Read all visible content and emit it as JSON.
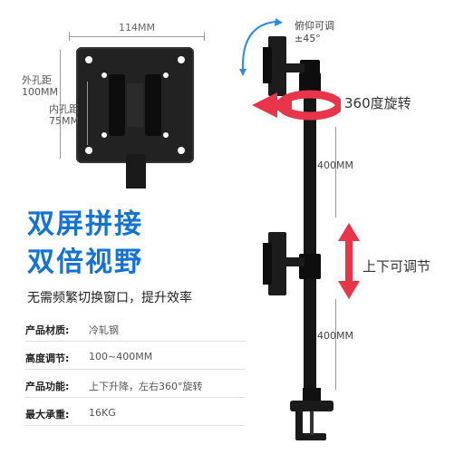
{
  "vesa": {
    "width_label": "114MM",
    "outer_label_line1": "外孔距",
    "outer_label_line2": "100MM",
    "inner_label_line1": "内孔距",
    "inner_label_line2": "75MM"
  },
  "headline": {
    "line1": "双屏拼接",
    "line2": "双倍视野",
    "sub": "无需频繁切换窗口，提升效率"
  },
  "specs": [
    {
      "label": "产品材质:",
      "value": "冷轧钢"
    },
    {
      "label": "高度调节:",
      "value": "100~400MM"
    },
    {
      "label": "产品功能:",
      "value": "上下升降，左右360°旋转"
    },
    {
      "label": "最大承重:",
      "value": "16KG"
    }
  ],
  "product": {
    "tilt_label_line1": "俯仰可调",
    "tilt_label_line2": "±45°",
    "rotate_label": "360度旋转",
    "updown_label": "上下可调节",
    "upper_length": "400MM",
    "lower_length": "400MM"
  },
  "colors": {
    "headline_blue": "#1273d6",
    "rotate_arrow_red": "#e8354a",
    "tilt_arrow_blue": "#2a8be0",
    "metal_black": "#161616"
  }
}
